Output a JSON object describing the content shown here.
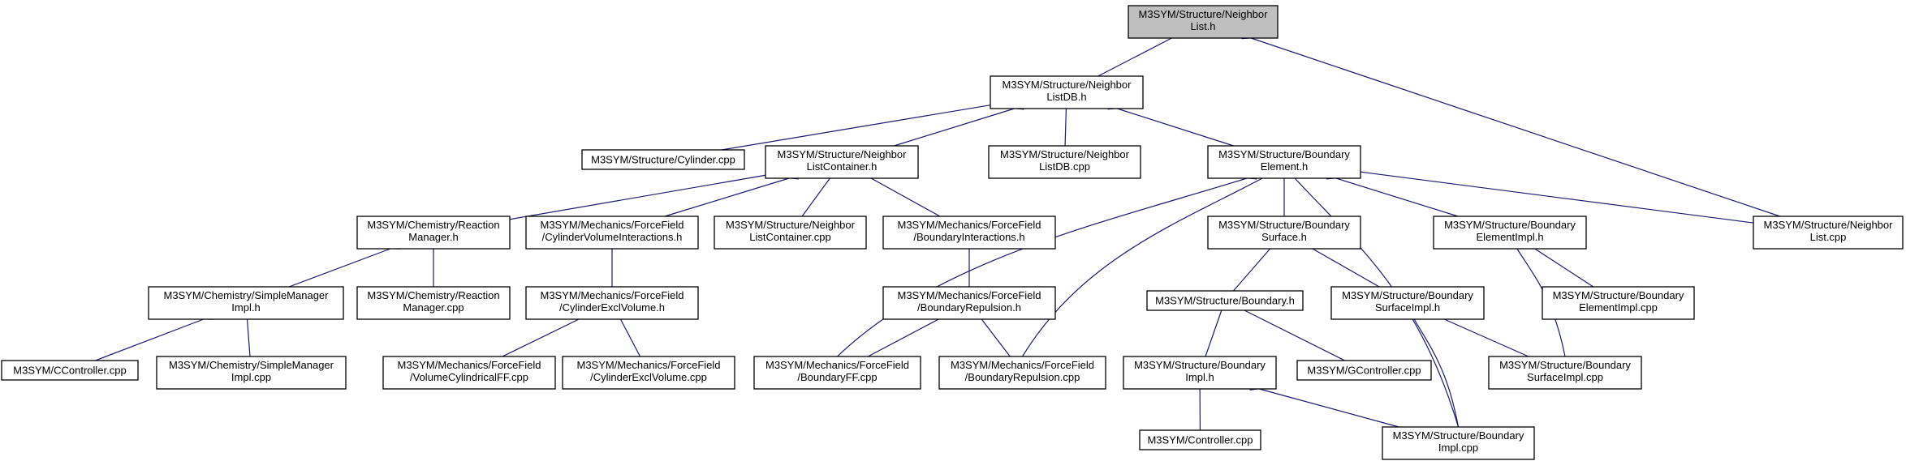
{
  "colors": {
    "edge": "#191970",
    "root_fill": "#bfbfbf",
    "node_fill": "#ffffff",
    "node_border": "#000000"
  },
  "nodes": {
    "n0": {
      "lines": [
        "M3SYM/Structure/Neighbor",
        "List.h"
      ]
    },
    "n1": {
      "lines": [
        "M3SYM/Structure/Neighbor",
        "ListDB.h"
      ]
    },
    "n2": {
      "lines": [
        "M3SYM/Structure/Cylinder.cpp"
      ]
    },
    "n3": {
      "lines": [
        "M3SYM/Structure/Neighbor",
        "ListContainer.h"
      ]
    },
    "n4": {
      "lines": [
        "M3SYM/Structure/Neighbor",
        "ListDB.cpp"
      ]
    },
    "n5": {
      "lines": [
        "M3SYM/Structure/Boundary",
        "Element.h"
      ]
    },
    "n6": {
      "lines": [
        "M3SYM/Chemistry/Reaction",
        "Manager.h"
      ]
    },
    "n7": {
      "lines": [
        "M3SYM/Mechanics/ForceField",
        "/CylinderVolumeInteractions.h"
      ]
    },
    "n8": {
      "lines": [
        "M3SYM/Structure/Neighbor",
        "ListContainer.cpp"
      ]
    },
    "n9": {
      "lines": [
        "M3SYM/Mechanics/ForceField",
        "/BoundaryInteractions.h"
      ]
    },
    "n10": {
      "lines": [
        "M3SYM/Structure/Boundary",
        "Surface.h"
      ]
    },
    "n11": {
      "lines": [
        "M3SYM/Structure/Boundary",
        "ElementImpl.h"
      ]
    },
    "n12": {
      "lines": [
        "M3SYM/Structure/Neighbor",
        "List.cpp"
      ]
    },
    "n13": {
      "lines": [
        "M3SYM/Chemistry/SimpleManager",
        "Impl.h"
      ]
    },
    "n14": {
      "lines": [
        "M3SYM/Chemistry/Reaction",
        "Manager.cpp"
      ]
    },
    "n15": {
      "lines": [
        "M3SYM/Mechanics/ForceField",
        "/CylinderExclVolume.h"
      ]
    },
    "n16": {
      "lines": [
        "M3SYM/Mechanics/ForceField",
        "/BoundaryRepulsion.h"
      ]
    },
    "n17": {
      "lines": [
        "M3SYM/Structure/Boundary.h"
      ]
    },
    "n18": {
      "lines": [
        "M3SYM/Structure/Boundary",
        "SurfaceImpl.h"
      ]
    },
    "n19": {
      "lines": [
        "M3SYM/Structure/Boundary",
        "ElementImpl.cpp"
      ]
    },
    "n20": {
      "lines": [
        "M3SYM/CController.cpp"
      ]
    },
    "n21": {
      "lines": [
        "M3SYM/Chemistry/SimpleManager",
        "Impl.cpp"
      ]
    },
    "n22": {
      "lines": [
        "M3SYM/Mechanics/ForceField",
        "/VolumeCylindricalFF.cpp"
      ]
    },
    "n23": {
      "lines": [
        "M3SYM/Mechanics/ForceField",
        "/CylinderExclVolume.cpp"
      ]
    },
    "n24": {
      "lines": [
        "M3SYM/Mechanics/ForceField",
        "/BoundaryFF.cpp"
      ]
    },
    "n25": {
      "lines": [
        "M3SYM/Mechanics/ForceField",
        "/BoundaryRepulsion.cpp"
      ]
    },
    "n26": {
      "lines": [
        "M3SYM/Structure/Boundary",
        "Impl.h"
      ]
    },
    "n27": {
      "lines": [
        "M3SYM/GController.cpp"
      ]
    },
    "n28": {
      "lines": [
        "M3SYM/Structure/Boundary",
        "SurfaceImpl.cpp"
      ]
    },
    "n29": {
      "lines": [
        "M3SYM/Controller.cpp"
      ]
    },
    "n30": {
      "lines": [
        "M3SYM/Structure/Boundary",
        "Impl.cpp"
      ]
    }
  }
}
